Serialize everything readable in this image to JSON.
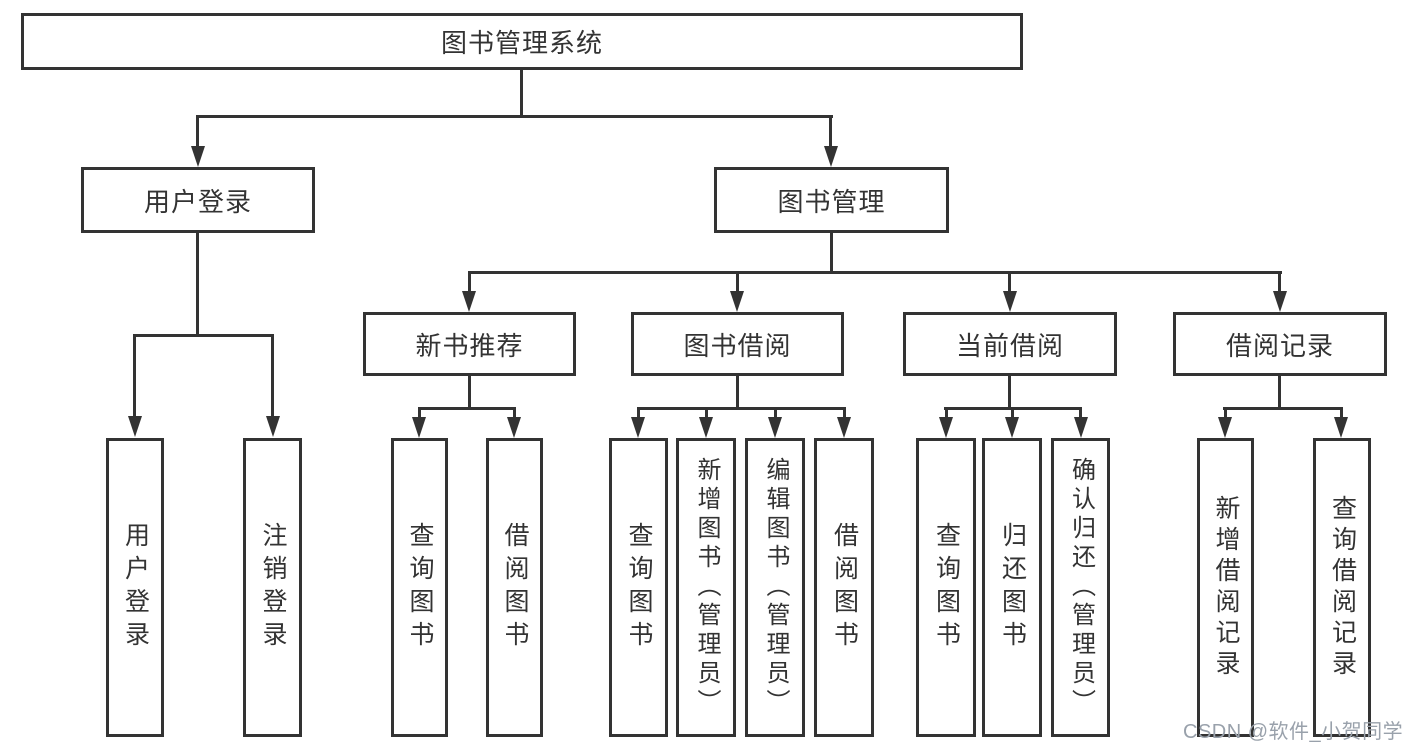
{
  "diagram": {
    "root": {
      "label": "图书管理系统",
      "children": [
        {
          "id": "user_login",
          "label": "用户登录",
          "children": [
            {
              "id": "login",
              "label": "用户登录"
            },
            {
              "id": "logout",
              "label": "注销登录"
            }
          ]
        },
        {
          "id": "book_management",
          "label": "图书管理",
          "children": [
            {
              "id": "new_book_recommend",
              "label": "新书推荐",
              "children": [
                {
                  "id": "query_books",
                  "label": "查询图书"
                },
                {
                  "id": "borrow_books",
                  "label": "借阅图书"
                }
              ]
            },
            {
              "id": "book_borrowing",
              "label": "图书借阅",
              "children": [
                {
                  "id": "query_books",
                  "label": "查询图书"
                },
                {
                  "id": "add_books_admin",
                  "label": "新增图书（管理员）"
                },
                {
                  "id": "edit_books_admin",
                  "label": "编辑图书（管理员）"
                },
                {
                  "id": "borrow_books",
                  "label": "借阅图书"
                }
              ]
            },
            {
              "id": "current_borrowing",
              "label": "当前借阅",
              "children": [
                {
                  "id": "query_books",
                  "label": "查询图书"
                },
                {
                  "id": "return_books",
                  "label": "归还图书"
                },
                {
                  "id": "confirm_return_admin",
                  "label": "确认归还（管理员）"
                }
              ]
            },
            {
              "id": "borrowing_records",
              "label": "借阅记录",
              "children": [
                {
                  "id": "add_borrow_record",
                  "label": "新增借阅记录"
                },
                {
                  "id": "query_borrow_record",
                  "label": "查询借阅记录"
                }
              ]
            }
          ]
        }
      ]
    },
    "colors": {
      "line": "#333333",
      "text": "#333333",
      "watermark": "#99a1ab",
      "background": "#ffffff"
    },
    "watermark": "CSDN @软件_小贺同学"
  }
}
